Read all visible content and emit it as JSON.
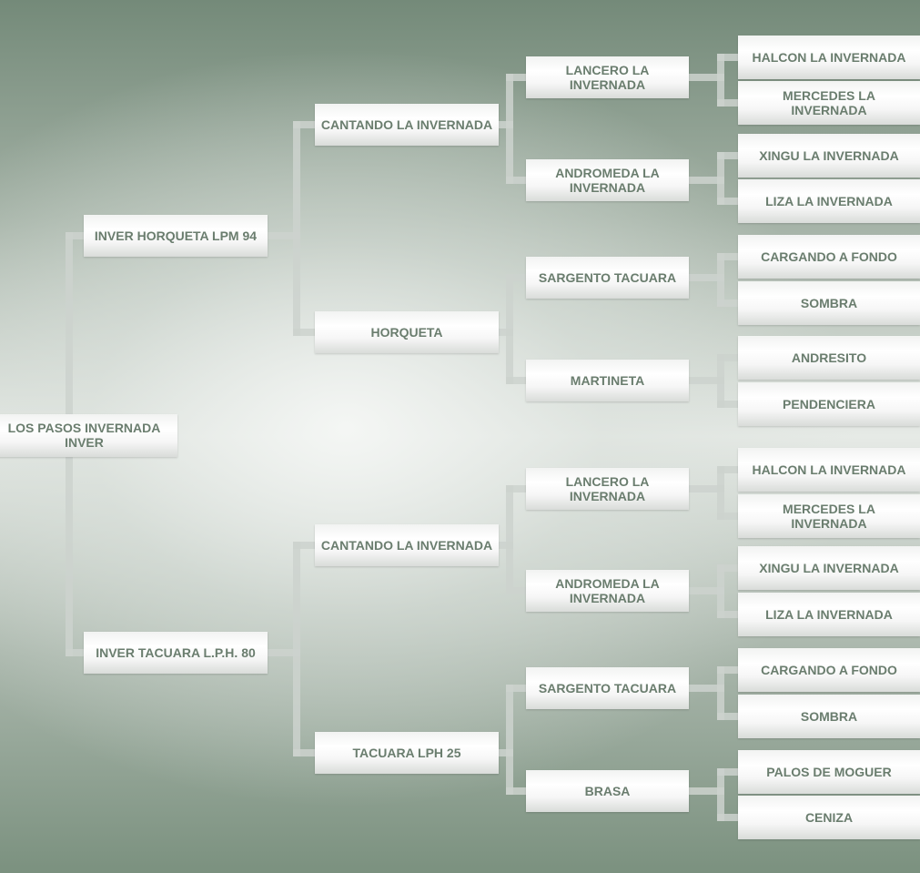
{
  "pedigree": {
    "gen0": [
      "LOS PASOS INVERNADA INVER"
    ],
    "gen1": [
      "INVER HORQUETA LPM 94",
      "INVER TACUARA L.P.H. 80"
    ],
    "gen2": [
      "CANTANDO LA INVERNADA",
      "HORQUETA",
      "CANTANDO LA INVERNADA",
      "TACUARA LPH 25"
    ],
    "gen3": [
      "LANCERO LA INVERNADA",
      "ANDROMEDA LA INVERNADA",
      "SARGENTO TACUARA",
      "MARTINETA",
      "LANCERO LA INVERNADA",
      "ANDROMEDA LA INVERNADA",
      "SARGENTO TACUARA",
      "BRASA"
    ],
    "gen4": [
      "HALCON LA INVERNADA",
      "MERCEDES LA INVERNADA",
      "XINGU LA INVERNADA",
      "LIZA LA INVERNADA",
      "CARGANDO A FONDO",
      "SOMBRA",
      "ANDRESITO",
      "PENDENCIERA",
      "HALCON LA INVERNADA",
      "MERCEDES LA INVERNADA",
      "XINGU LA INVERNADA",
      "LIZA LA INVERNADA",
      "CARGANDO A FONDO",
      "SOMBRA",
      "PALOS DE MOGUER",
      "CENIZA"
    ]
  }
}
